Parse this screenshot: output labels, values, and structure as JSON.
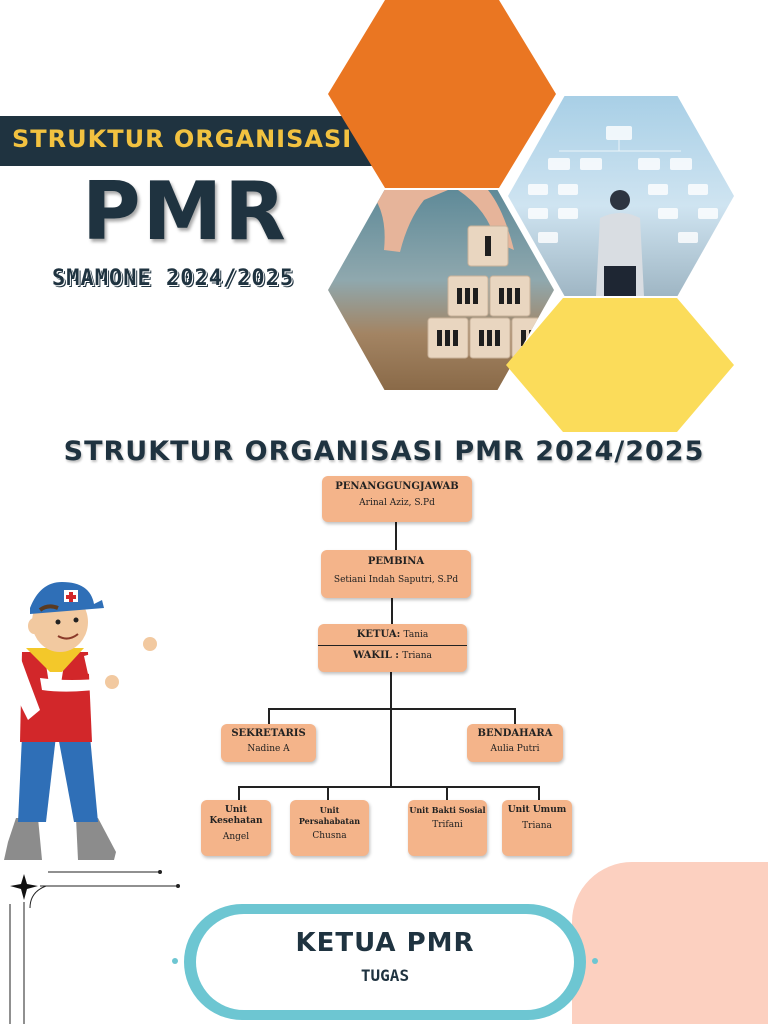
{
  "header": {
    "band_title": "STRUKTUR ORGANISASI",
    "big_title": "PMR",
    "school_year": "SMAMONE 2024/2025"
  },
  "section_title": "STRUKTUR ORGANISASI PMR 2024/2025",
  "org": {
    "penanggungjawab": {
      "role": "PENANGGUNGJAWAB",
      "name": "Arinal Aziz, S.Pd"
    },
    "pembina": {
      "role": "PEMBINA",
      "name": "Setiani Indah Saputri, S.Pd"
    },
    "ketua": {
      "role": "KETUA:",
      "name": "Tania"
    },
    "wakil": {
      "role": "WAKIL :",
      "name": "Triana"
    },
    "sekretaris": {
      "role": "SEKRETARIS",
      "name": "Nadine A"
    },
    "bendahara": {
      "role": "BENDAHARA",
      "name": "Aulia Putri"
    },
    "units": [
      {
        "role": "Unit Kesehatan",
        "name": "Angel"
      },
      {
        "role": "Unit Persahabatan",
        "name": "Chusna"
      },
      {
        "role": "Unit Bakti Sosial",
        "name": "Trifani"
      },
      {
        "role": "Unit Umum",
        "name": "Triana"
      }
    ]
  },
  "footer": {
    "title": "KETUA PMR",
    "subtitle": "TUGAS"
  },
  "colors": {
    "navy": "#1f3340",
    "gold": "#f2c240",
    "orange": "#ea7622",
    "yellow": "#fbdc5a",
    "box": "#f4b48a",
    "teal": "#6dc6d2",
    "pink": "#fcd0c0"
  }
}
